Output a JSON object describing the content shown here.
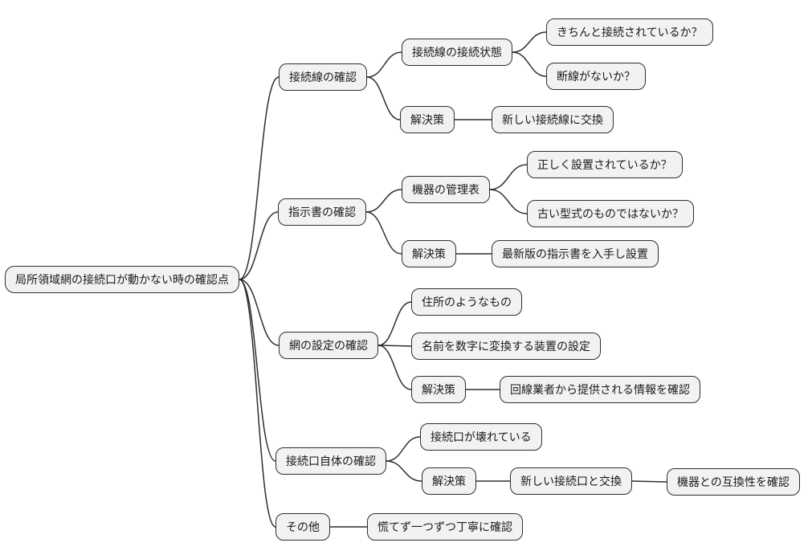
{
  "diagram": {
    "type": "mindmap",
    "colors": {
      "node_fill": "#f2f2f2",
      "node_border": "#2e2e2e",
      "edge": "#2e2e2e",
      "text": "#1a1a1a",
      "background": "#ffffff"
    },
    "nodes": {
      "root": {
        "label": "局所領域網の接続口が動かない時の確認点"
      },
      "b1": {
        "label": "接続線の確認"
      },
      "b1c1": {
        "label": "接続線の接続状態"
      },
      "b1c1a": {
        "label": "きちんと接続されているか？"
      },
      "b1c1b": {
        "label": "断線がないか？"
      },
      "b1s": {
        "label": "解決策"
      },
      "b1sa": {
        "label": "新しい接続線に交換"
      },
      "b2": {
        "label": "指示書の確認"
      },
      "b2c1": {
        "label": "機器の管理表"
      },
      "b2c1a": {
        "label": "正しく設置されているか？"
      },
      "b2c1b": {
        "label": "古い型式のものではないか？"
      },
      "b2s": {
        "label": "解決策"
      },
      "b2sa": {
        "label": "最新版の指示書を入手し設置"
      },
      "b3": {
        "label": "網の設定の確認"
      },
      "b3c1": {
        "label": "住所のようなもの"
      },
      "b3c2": {
        "label": "名前を数字に変換する装置の設定"
      },
      "b3s": {
        "label": "解決策"
      },
      "b3sa": {
        "label": "回線業者から提供される情報を確認"
      },
      "b4": {
        "label": "接続口自体の確認"
      },
      "b4c1": {
        "label": "接続口が壊れている"
      },
      "b4s": {
        "label": "解決策"
      },
      "b4sa": {
        "label": "新しい接続口と交換"
      },
      "b4sb": {
        "label": "機器との互換性を確認"
      },
      "b5": {
        "label": "その他"
      },
      "b5a": {
        "label": "慌てず一つずつ丁寧に確認"
      }
    },
    "edges": [
      [
        "root",
        "b1"
      ],
      [
        "root",
        "b2"
      ],
      [
        "root",
        "b3"
      ],
      [
        "root",
        "b4"
      ],
      [
        "root",
        "b5"
      ],
      [
        "b1",
        "b1c1"
      ],
      [
        "b1c1",
        "b1c1a"
      ],
      [
        "b1c1",
        "b1c1b"
      ],
      [
        "b1",
        "b1s"
      ],
      [
        "b1s",
        "b1sa"
      ],
      [
        "b2",
        "b2c1"
      ],
      [
        "b2c1",
        "b2c1a"
      ],
      [
        "b2c1",
        "b2c1b"
      ],
      [
        "b2",
        "b2s"
      ],
      [
        "b2s",
        "b2sa"
      ],
      [
        "b3",
        "b3c1"
      ],
      [
        "b3",
        "b3c2"
      ],
      [
        "b3",
        "b3s"
      ],
      [
        "b3s",
        "b3sa"
      ],
      [
        "b4",
        "b4c1"
      ],
      [
        "b4",
        "b4s"
      ],
      [
        "b4s",
        "b4sa"
      ],
      [
        "b4sa",
        "b4sb"
      ],
      [
        "b5",
        "b5a"
      ]
    ]
  }
}
